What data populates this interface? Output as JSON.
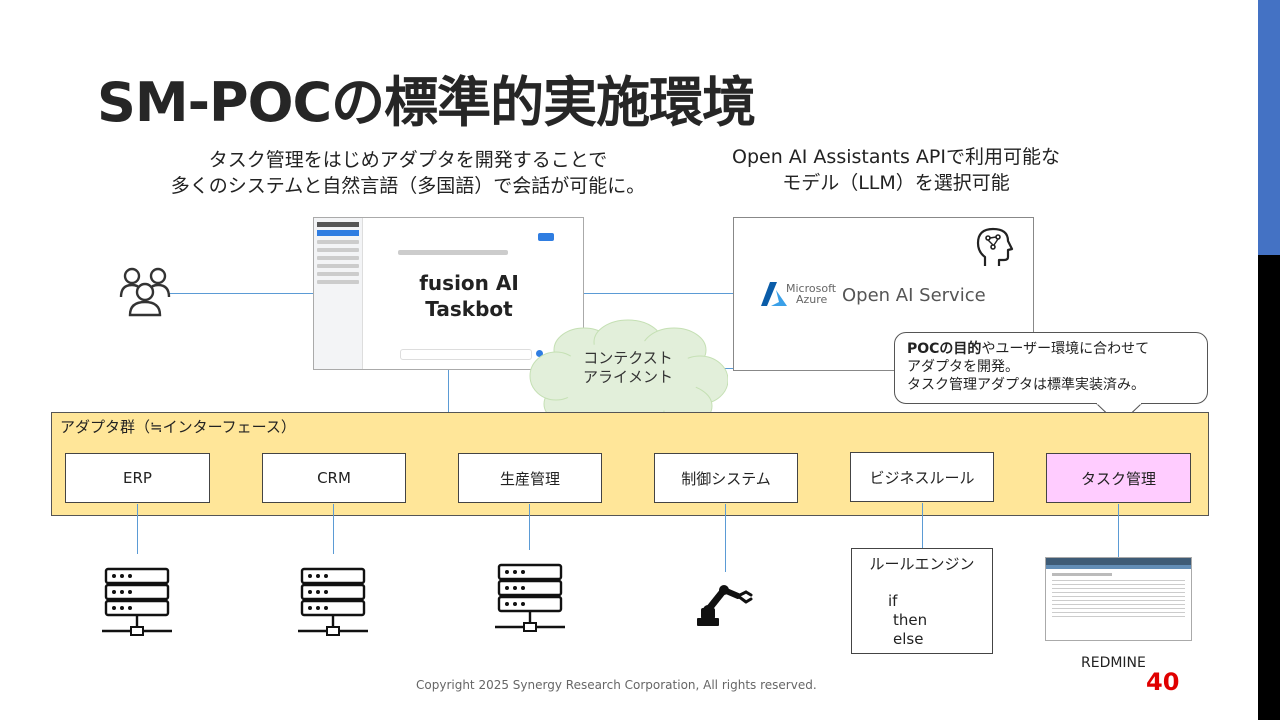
{
  "slide": {
    "title": "SM-POCの標準的実施環境",
    "page_number": "40",
    "copyright": "Copyright 2025 Synergy Research Corporation, All rights reserved."
  },
  "captions": {
    "left_line1": "タスク管理をはじめアダプタを開発することで",
    "left_line2": "多くのシステムと自然言語（多国語）で会話が可能に。",
    "right_line1": "Open AI Assistants APIで利用可能な",
    "right_line2": "モデル（LLM）を選択可能"
  },
  "taskbot": {
    "label_line1": "fusion AI",
    "label_line2": "Taskbot"
  },
  "azure": {
    "brand_line1": "Microsoft",
    "brand_line2": "Azure",
    "service": "Open AI Service"
  },
  "cloud": {
    "line1": "コンテクスト",
    "line2": "アライメント"
  },
  "callout": {
    "bold": "POCの目的",
    "line1_rest": "やユーザー環境に合わせて",
    "line2": "アダプタを開発。",
    "line3": "タスク管理アダプタは標準実装済み。"
  },
  "adapter_group": {
    "label": "アダプタ群（≒インターフェース）",
    "adapters": [
      "ERP",
      "CRM",
      "生産管理",
      "制御システム",
      "ビジネスルール",
      "タスク管理"
    ]
  },
  "rule_engine": {
    "title": "ルールエンジン",
    "if": "if",
    "then": "then",
    "else": "else"
  },
  "redmine": {
    "label": "REDMINE"
  },
  "colors": {
    "accent_blue": "#4472c4",
    "adapter_fill": "#ffe699",
    "highlight_adapter": "#ffccff",
    "connector": "#5b9bd5",
    "page_number": "#e00000"
  },
  "icons": [
    "users-icon",
    "ai-head-icon",
    "azure-logo-icon",
    "server-icon",
    "robot-arm-icon"
  ]
}
